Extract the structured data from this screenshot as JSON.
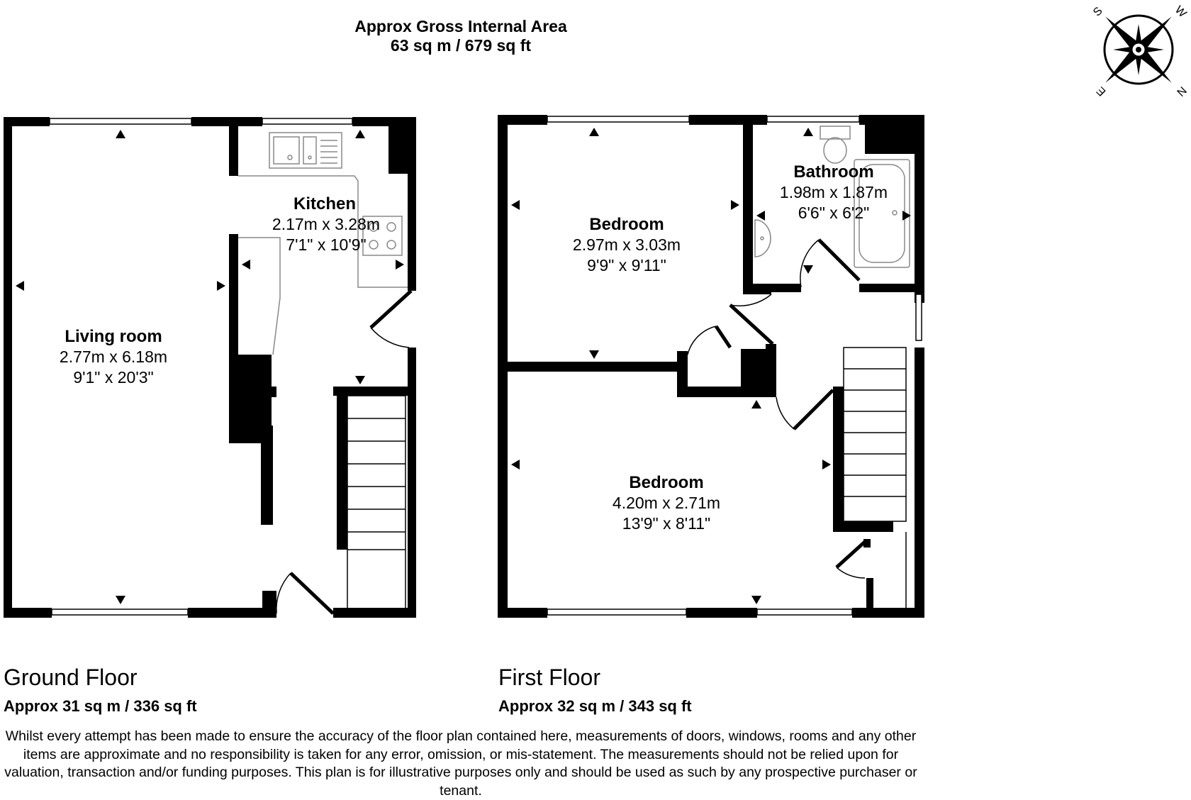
{
  "header": {
    "title": "Approx Gross Internal Area",
    "area": "63 sq m / 679 sq ft"
  },
  "compass": {
    "letters": [
      "S",
      "W",
      "N",
      "E"
    ]
  },
  "floors": [
    {
      "title": "Ground Floor",
      "area": "Approx 31 sq m / 336 sq ft",
      "rooms": [
        {
          "name": "Living room",
          "metric": "2.77m x 6.18m",
          "imperial": "9'1\" x 20'3\""
        },
        {
          "name": "Kitchen",
          "metric": "2.17m x 3.28m",
          "imperial": "7'1\" x 10'9\""
        }
      ]
    },
    {
      "title": "First Floor",
      "area": "Approx 32 sq m / 343 sq ft",
      "rooms": [
        {
          "name": "Bedroom",
          "metric": "2.97m x 3.03m",
          "imperial": "9'9\" x 9'11\""
        },
        {
          "name": "Bathroom",
          "metric": "1.98m x 1.87m",
          "imperial": "6'6\" x 6'2\""
        },
        {
          "name": "Bedroom",
          "metric": "4.20m x 2.71m",
          "imperial": "13'9\" x 8'11\""
        }
      ]
    }
  ],
  "disclaimer": "Whilst every attempt has been made to ensure the accuracy of the floor plan contained here, measurements of doors, windows, rooms and any other items are approximate and no responsibility is taken for any error, omission, or mis-statement. The measurements should not be relied upon for valuation, transaction and/or funding purposes. This plan is for illustrative purposes only and should be used as such by any prospective purchaser or tenant.",
  "colors": {
    "wall": "#000000",
    "fixture": "#888888",
    "background": "#ffffff"
  }
}
